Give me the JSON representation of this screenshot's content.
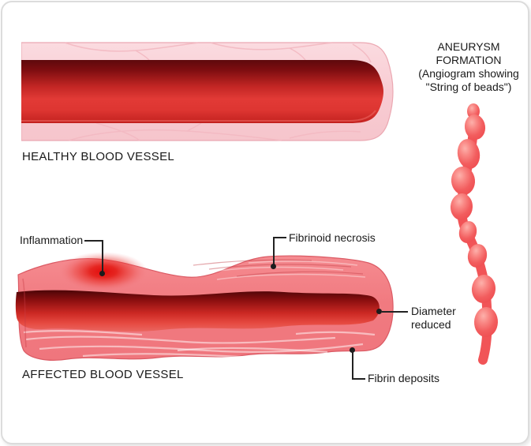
{
  "frame": {
    "background": "#ffffff",
    "border_color": "#dcdcdc"
  },
  "text_color": "#1a1a1a",
  "healthy_vessel": {
    "label": "HEALTHY BLOOD VESSEL",
    "wall_color": "#f8ccd3",
    "lumen_color": "#d92f2d"
  },
  "aneurysm_note": {
    "lines": [
      "ANEURYSM",
      "FORMATION",
      "(Angiogram showing",
      "\"String of beads\")"
    ],
    "beads_color": "#f15457"
  },
  "affected_vessel": {
    "label": "AFFECTED BLOOD VESSEL",
    "wall_color": "#f17a80",
    "annotations": [
      {
        "label": "Inflammation"
      },
      {
        "label": "Fibrinoid necrosis"
      },
      {
        "label": "Diameter reduced"
      },
      {
        "label": "Fibrin deposits"
      }
    ]
  }
}
